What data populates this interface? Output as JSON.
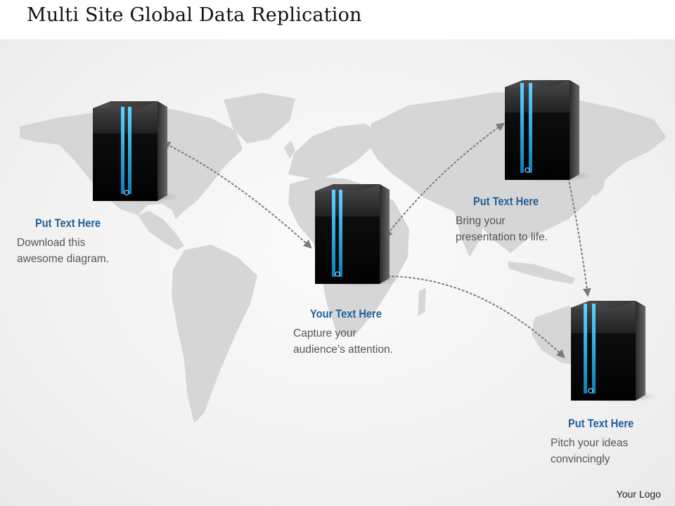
{
  "title": "Multi Site Global Data Replication",
  "accent_color": "#1f5f99",
  "nodes": [
    {
      "heading": "Put Text Here",
      "lines": [
        "Download this",
        "awesome diagram."
      ]
    },
    {
      "heading": "Your Text Here",
      "lines": [
        "Capture your",
        "audience’s attention."
      ]
    },
    {
      "heading": "Put Text Here",
      "lines": [
        "Bring your",
        "presentation to life."
      ]
    },
    {
      "heading": "Put Text Here",
      "lines": [
        "Pitch your ideas",
        "convincingly"
      ]
    }
  ],
  "links": [
    {
      "from": 0,
      "to": 1
    },
    {
      "from": 1,
      "to": 2
    },
    {
      "from": 1,
      "to": 3
    },
    {
      "from": 2,
      "to": 3
    }
  ],
  "logo": "Your Logo",
  "icons": {
    "server": "server-tower-icon",
    "map": "world-map-icon"
  }
}
